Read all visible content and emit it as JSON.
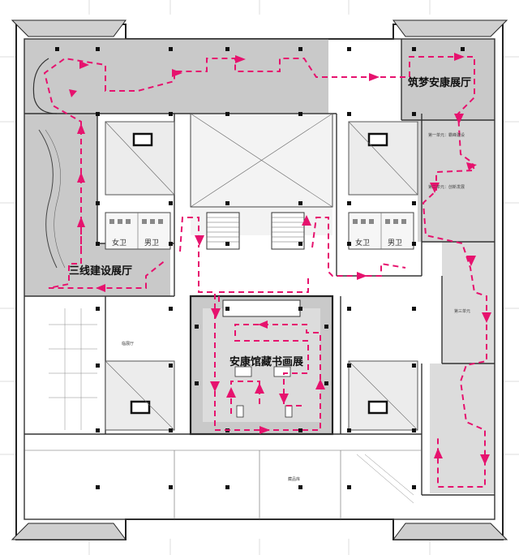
{
  "halls": {
    "sanxian": "三线建设展厅",
    "zhumeng": "筑梦安康展厅",
    "calligraphy": "安康馆藏书画展"
  },
  "rooms": {
    "female_wc_left": "女卫",
    "male_wc_left": "男卫",
    "female_wc_right": "女卫",
    "male_wc_right": "男卫",
    "temp_exhibit": "临展厅",
    "collection_room": "藏品库",
    "unit1": "第一单元：霸峰建设",
    "unit2": "第二单元：创新发展",
    "unit3": "第三单元"
  },
  "colors": {
    "route": "#e6126e",
    "shaded": "#c9c9c9",
    "light_shade": "#dcdcdc",
    "wall": "#333333"
  }
}
